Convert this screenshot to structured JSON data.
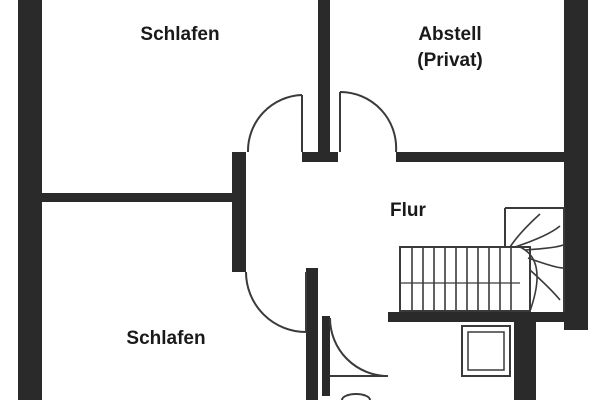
{
  "floor_plan": {
    "rooms": [
      {
        "id": "schlafen-top",
        "label": "Schlafen"
      },
      {
        "id": "abstell",
        "label": "Abstell\n(Privat)"
      },
      {
        "id": "flur",
        "label": "Flur"
      },
      {
        "id": "schlafen-bottom",
        "label": "Schlafen"
      }
    ],
    "colors": {
      "wall": "#2a2a2a",
      "background": "#ffffff"
    }
  }
}
